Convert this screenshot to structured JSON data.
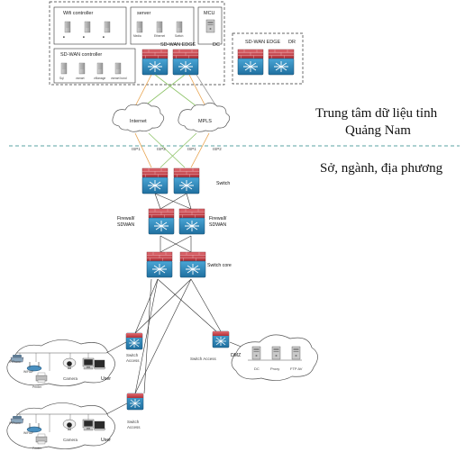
{
  "datacenter": {
    "wifi_controller": "Wifi controller",
    "server": "server",
    "mcu": "MCU",
    "sdwan_controller": "SD-WAN controller",
    "sdwan_edge_dc": "SD-WAN EDGE",
    "dc": "DC",
    "sdwan_edge_dr": "SD-WAN EDGE",
    "dr": "DR",
    "server_items": [
      "Media",
      "Ethernet",
      "Switch"
    ],
    "controller_items": [
      "Sql",
      "vsmart",
      "vManage",
      "vsmart bond"
    ]
  },
  "wan": {
    "internet": "Internet",
    "mpls": "MPLS",
    "isp_labels": [
      "ISP1",
      "ISP2",
      "ISP1",
      "ISP2"
    ]
  },
  "side_labels": {
    "datacenter_line1": "Trung tâm dữ liệu tỉnh",
    "datacenter_line2": "Quảng Nam",
    "local": "Sở, ngành, địa phương"
  },
  "branch": {
    "switch": "Switch",
    "firewall_left_1": "Firewall/",
    "firewall_left_2": "SDWAN",
    "firewall_right_1": "Firewall/",
    "firewall_right_2": "SDWAN",
    "switch_core": "Switch core",
    "switch_access_right": "Switch Access",
    "dmz": "DMZ",
    "dmz_servers": [
      "DC",
      "Proxy",
      "FTP AV"
    ],
    "switch_access_1a": "Switch",
    "switch_access_1b": "Access",
    "switch_access_2a": "Switch",
    "switch_access_2b": "Access"
  },
  "lans": [
    {
      "ipphone": "IPPhone",
      "wifi": "WiFiAP",
      "printer": "Printer",
      "camera": "Camera",
      "user": "User"
    },
    {
      "ipphone": "IPPhone",
      "wifi": "WiFiAP",
      "printer": "Printer",
      "camera": "Camera",
      "user": "User"
    }
  ],
  "colors": {
    "router_blue": "#2f86b8",
    "firewall_red": "#c9444c",
    "link_orange": "#e8a14a",
    "link_green": "#8fc46a",
    "link_gray": "#9a9a9a",
    "separator_teal": "#5aa3a3"
  }
}
